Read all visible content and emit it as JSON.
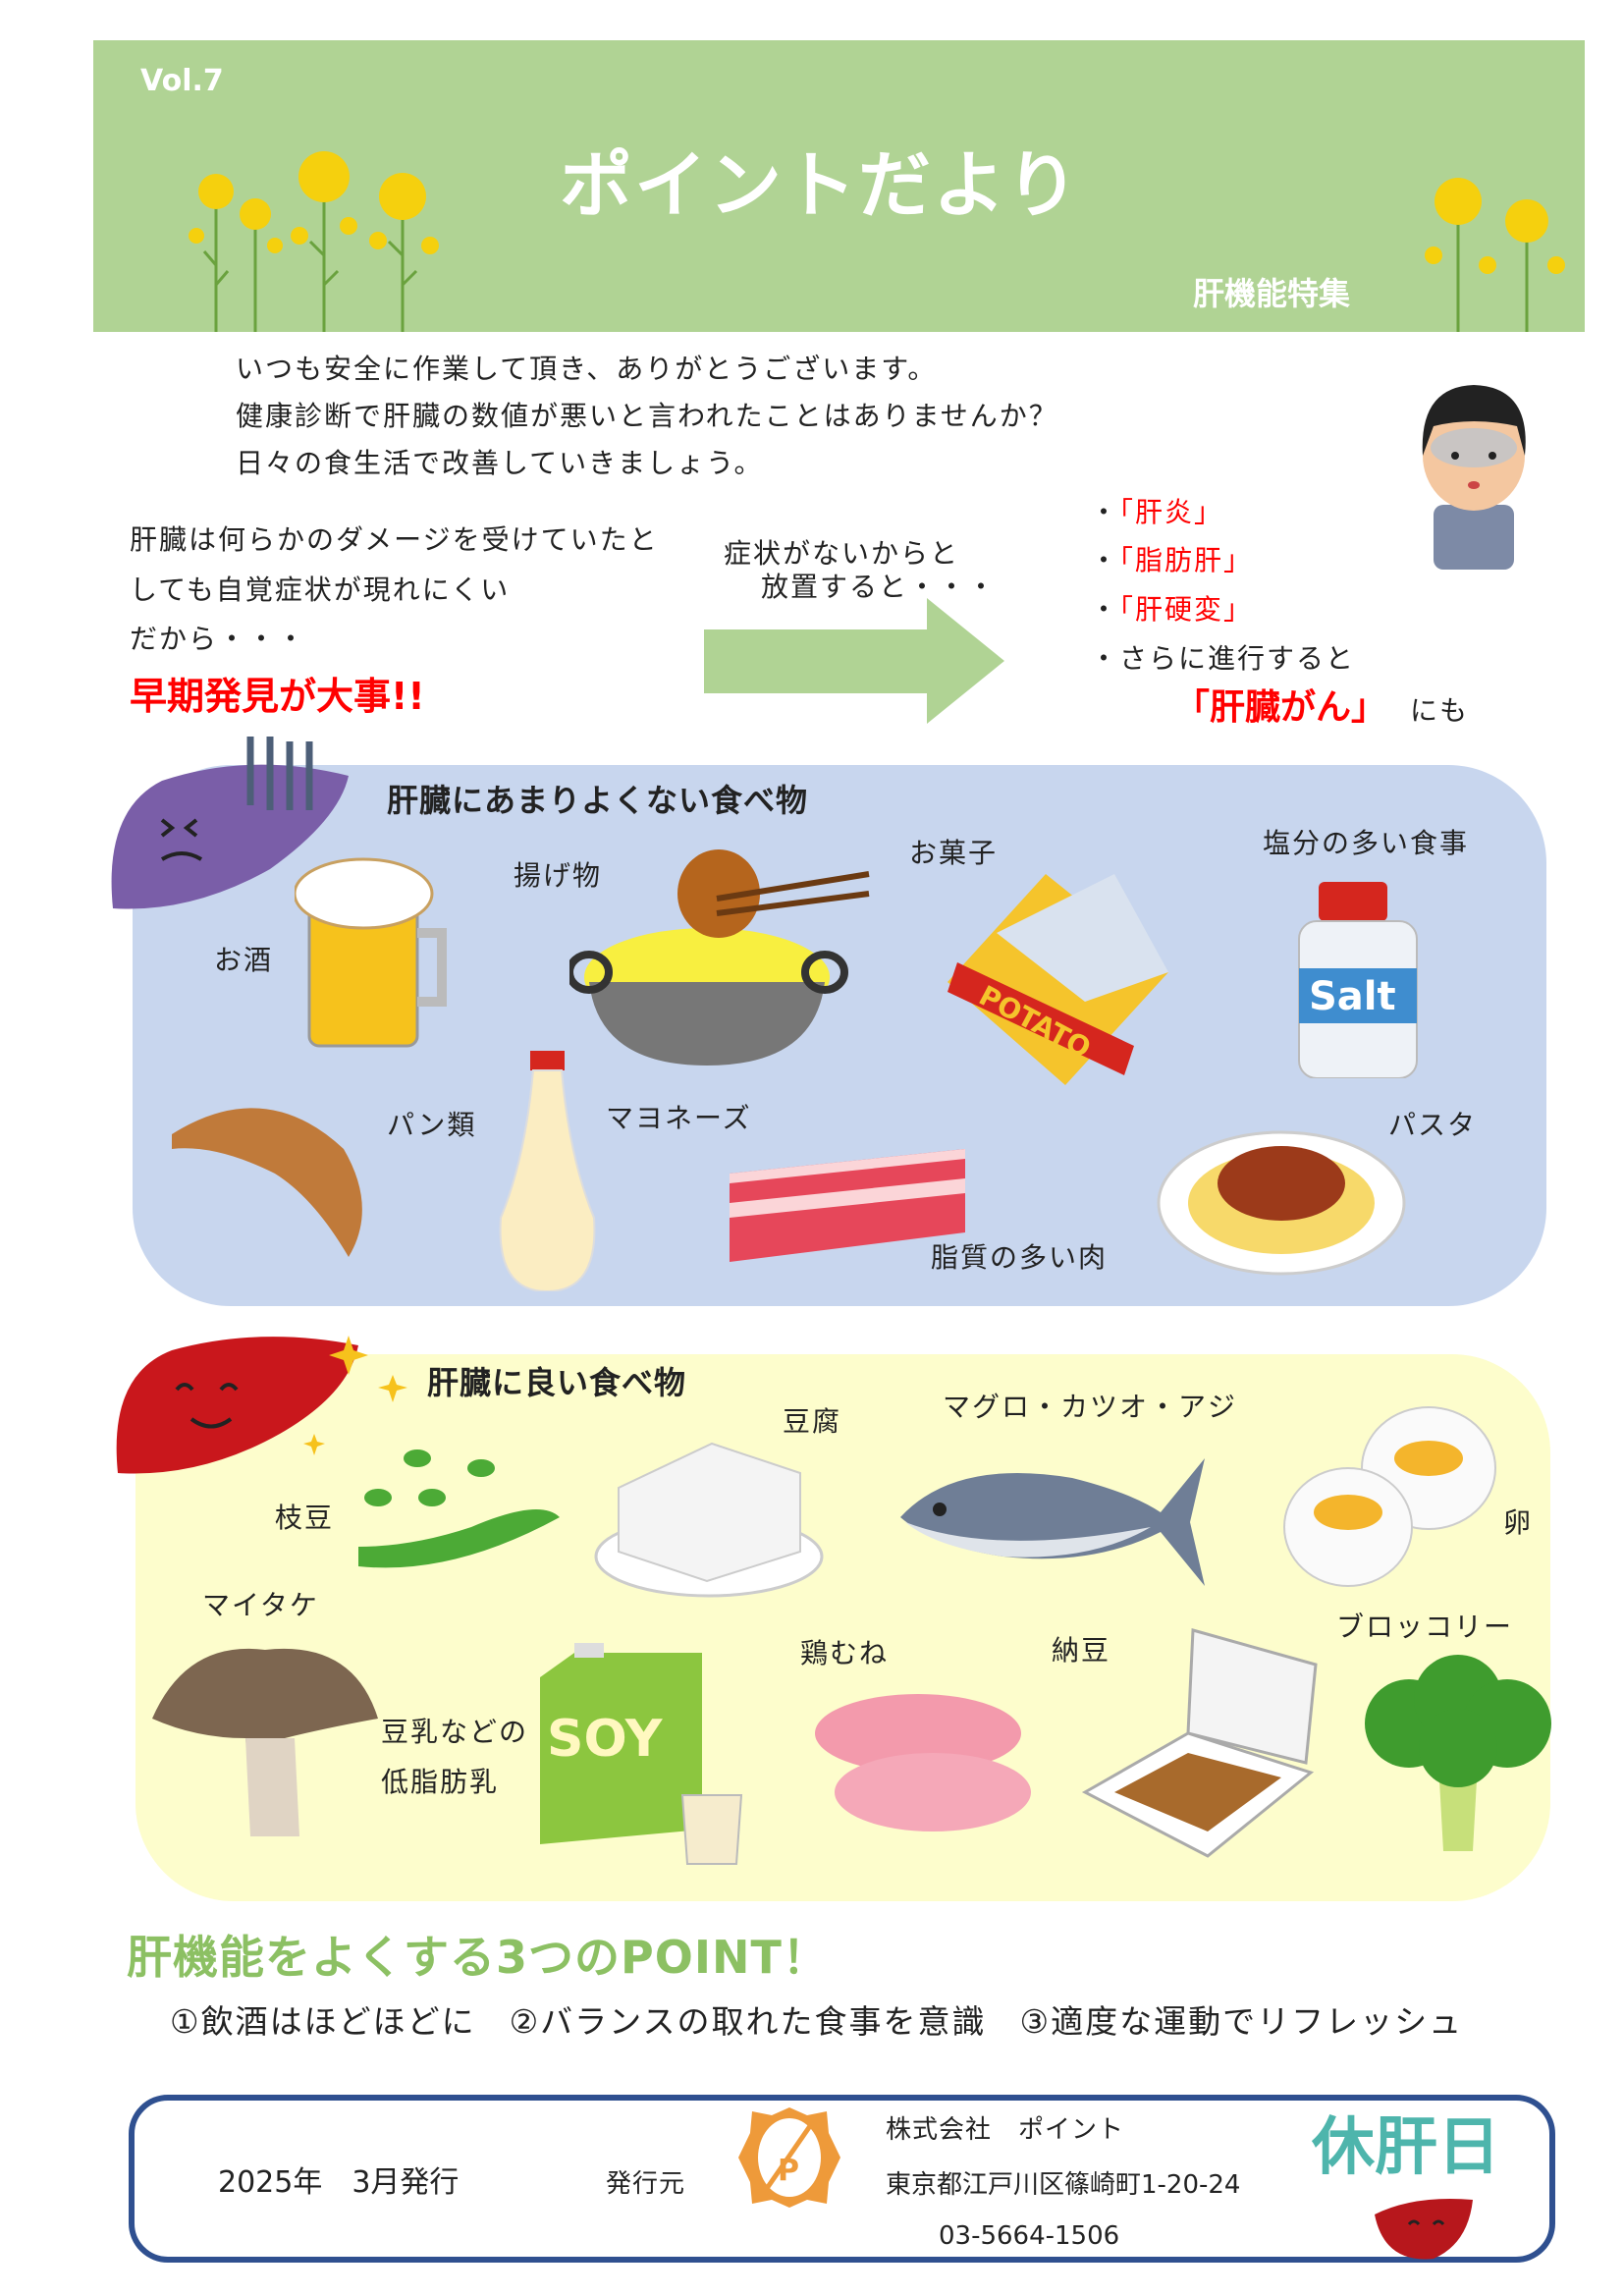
{
  "header": {
    "volume": "Vol.7",
    "title": "ポイントだより",
    "feature": "肝機能特集",
    "background_color": "#b0d394"
  },
  "intro": {
    "lines": [
      "いつも安全に作業して頂き、ありがとうございます。",
      "健康診断で肝臓の数値が悪いと言われたことはありませんか？",
      "日々の食生活で改善していきましょう。"
    ]
  },
  "left_text": {
    "lines": [
      "肝臓は何らかのダメージを受けていたと",
      "しても自覚症状が現れにくい",
      "だから・・・"
    ],
    "emphasis": "早期発見が大事!!"
  },
  "middle_text": {
    "lines": [
      "症状がないからと",
      "放置すると・・・"
    ]
  },
  "right_list": {
    "items": [
      "「肝炎」",
      "「脂肪肝」",
      "「肝硬変」"
    ],
    "progress": "さらに進行すると",
    "cancer": "「肝臓がん」",
    "cancer_suffix": "にも"
  },
  "bad_foods": {
    "title": "肝臓にあまりよくない食べ物",
    "background_color": "#c8d6ee",
    "items": {
      "alcohol": "お酒",
      "fried": "揚げ物",
      "snacks": "お菓子",
      "salty": "塩分の多い食事",
      "bread": "パン類",
      "mayo": "マヨネーズ",
      "pasta": "パスタ",
      "fatty_meat": "脂質の多い肉"
    },
    "chips_text": "POTATO",
    "salt_text": "Salt"
  },
  "good_foods": {
    "title": "肝臓に良い食べ物",
    "background_color": "#fdfdcc",
    "items": {
      "tofu": "豆腐",
      "fish": "マグロ・カツオ・アジ",
      "edamame": "枝豆",
      "egg": "卵",
      "maitake": "マイタケ",
      "broccoli": "ブロッコリー",
      "chicken": "鶏むね",
      "natto": "納豆",
      "soy_milk_1": "豆乳などの",
      "soy_milk_2": "低脂肪乳"
    },
    "soy_text": "SOY"
  },
  "points": {
    "title": "肝機能をよくする3つのPOINT！",
    "items": [
      "①飲酒はほどほどに",
      "②バランスの取れた食事を意識",
      "③適度な運動でリフレッシュ"
    ],
    "title_color": "#8cc063"
  },
  "footer": {
    "issued": "2025年　3月発行",
    "publisher_label": "発行元",
    "company": "株式会社　ポイント",
    "address": "東京都江戸川区篠崎町1-20-24",
    "phone": "03-5664-1506",
    "logo_letter": "P",
    "badge_text": "休肝日",
    "border_color": "#2f5090"
  }
}
